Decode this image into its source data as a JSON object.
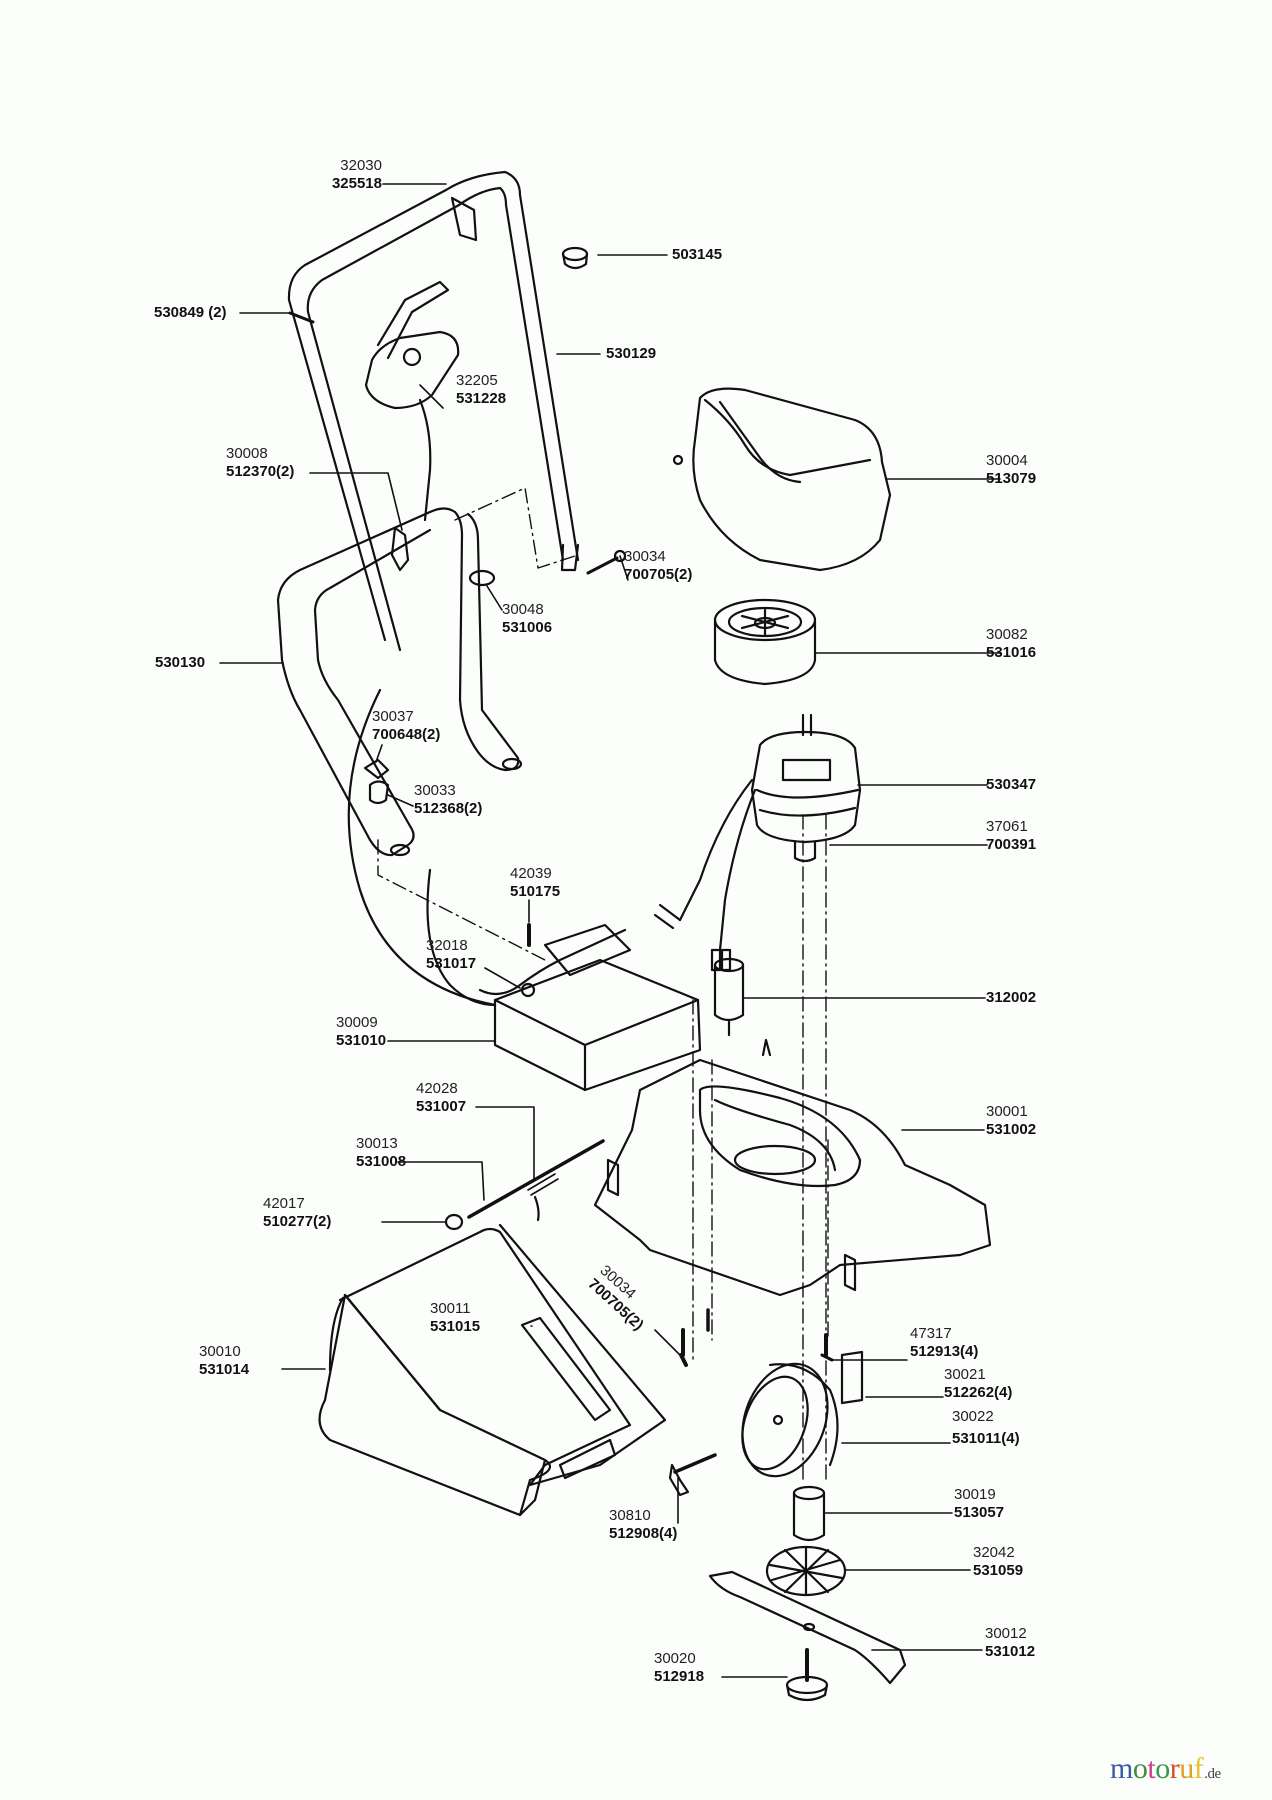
{
  "diagram": {
    "type": "exploded-parts-view",
    "subject": "electric lawn mower",
    "parts": [
      {
        "id": "p01",
        "ref": "32030",
        "part_no": "325518"
      },
      {
        "id": "p02",
        "ref": "",
        "part_no": "503145"
      },
      {
        "id": "p03",
        "ref": "",
        "part_no": "530849 (2)"
      },
      {
        "id": "p04",
        "ref": "",
        "part_no": "530129"
      },
      {
        "id": "p05",
        "ref": "32205",
        "part_no": "531228"
      },
      {
        "id": "p06",
        "ref": "30008",
        "part_no": "512370(2)"
      },
      {
        "id": "p07",
        "ref": "30004",
        "part_no": "513079"
      },
      {
        "id": "p08",
        "ref": "30034",
        "part_no": "700705(2)"
      },
      {
        "id": "p09",
        "ref": "30048",
        "part_no": "531006"
      },
      {
        "id": "p10",
        "ref": "30082",
        "part_no": "531016"
      },
      {
        "id": "p11",
        "ref": "",
        "part_no": "530130"
      },
      {
        "id": "p12",
        "ref": "30037",
        "part_no": "700648(2)"
      },
      {
        "id": "p13",
        "ref": "",
        "part_no": "530347"
      },
      {
        "id": "p14",
        "ref": "30033",
        "part_no": "512368(2)"
      },
      {
        "id": "p15",
        "ref": "37061",
        "part_no": "700391"
      },
      {
        "id": "p16",
        "ref": "42039",
        "part_no": "510175"
      },
      {
        "id": "p17",
        "ref": "32018",
        "part_no": "531017"
      },
      {
        "id": "p18",
        "ref": "",
        "part_no": "312002"
      },
      {
        "id": "p19",
        "ref": "30009",
        "part_no": "531010"
      },
      {
        "id": "p20",
        "ref": "42028",
        "part_no": "531007"
      },
      {
        "id": "p21",
        "ref": "30001",
        "part_no": "531002"
      },
      {
        "id": "p22",
        "ref": "30013",
        "part_no": "531008"
      },
      {
        "id": "p23",
        "ref": "42017",
        "part_no": "510277(2)"
      },
      {
        "id": "p24",
        "ref": "30034",
        "part_no": "700705(2)"
      },
      {
        "id": "p25",
        "ref": "30011",
        "part_no": "531015"
      },
      {
        "id": "p26",
        "ref": "47317",
        "part_no": "512913(4)"
      },
      {
        "id": "p27",
        "ref": "30010",
        "part_no": "531014"
      },
      {
        "id": "p28",
        "ref": "30021",
        "part_no": "512262(4)"
      },
      {
        "id": "p29",
        "ref": "30022",
        "part_no": "531011(4)"
      },
      {
        "id": "p30",
        "ref": "30810",
        "part_no": "512908(4)"
      },
      {
        "id": "p31",
        "ref": "30019",
        "part_no": "513057"
      },
      {
        "id": "p32",
        "ref": "32042",
        "part_no": "531059"
      },
      {
        "id": "p33",
        "ref": "30012",
        "part_no": "531012"
      },
      {
        "id": "p34",
        "ref": "30020",
        "part_no": "512918"
      }
    ]
  },
  "watermark": {
    "letters": [
      {
        "ch": "m",
        "color": "#3a5ba8"
      },
      {
        "ch": "o",
        "color": "#4a8a3a"
      },
      {
        "ch": "t",
        "color": "#c8408a"
      },
      {
        "ch": "o",
        "color": "#3a9a4a"
      },
      {
        "ch": "r",
        "color": "#d84a2a"
      },
      {
        "ch": "u",
        "color": "#e0a020"
      },
      {
        "ch": "f",
        "color": "#e8c030"
      }
    ],
    "tld": ".de"
  }
}
